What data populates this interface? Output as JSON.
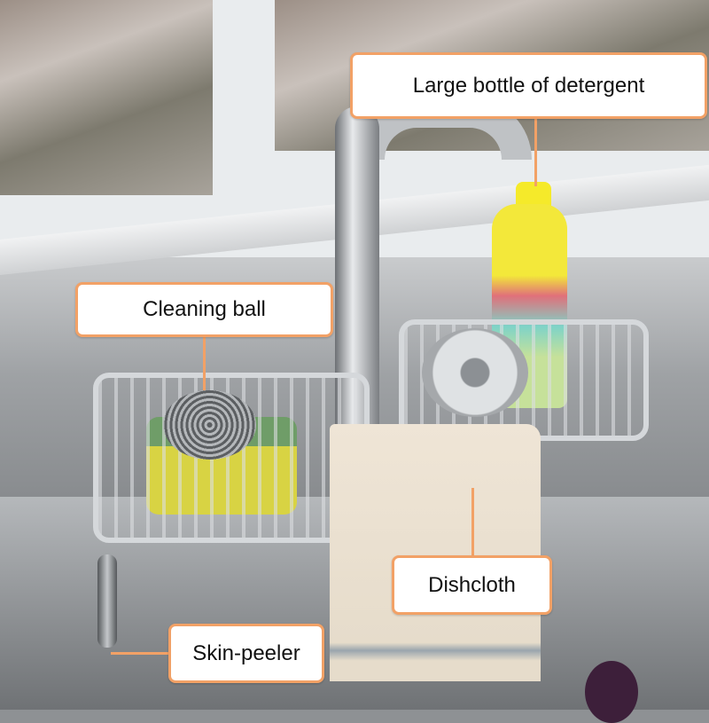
{
  "callouts": {
    "detergent": "Large bottle of detergent",
    "cleaning_ball": "Cleaning ball",
    "dishcloth": "Dishcloth",
    "skin_peeler": "Skin-peeler"
  },
  "colors": {
    "callout_border": "#f2a166",
    "callout_fill": "#ffffff"
  }
}
